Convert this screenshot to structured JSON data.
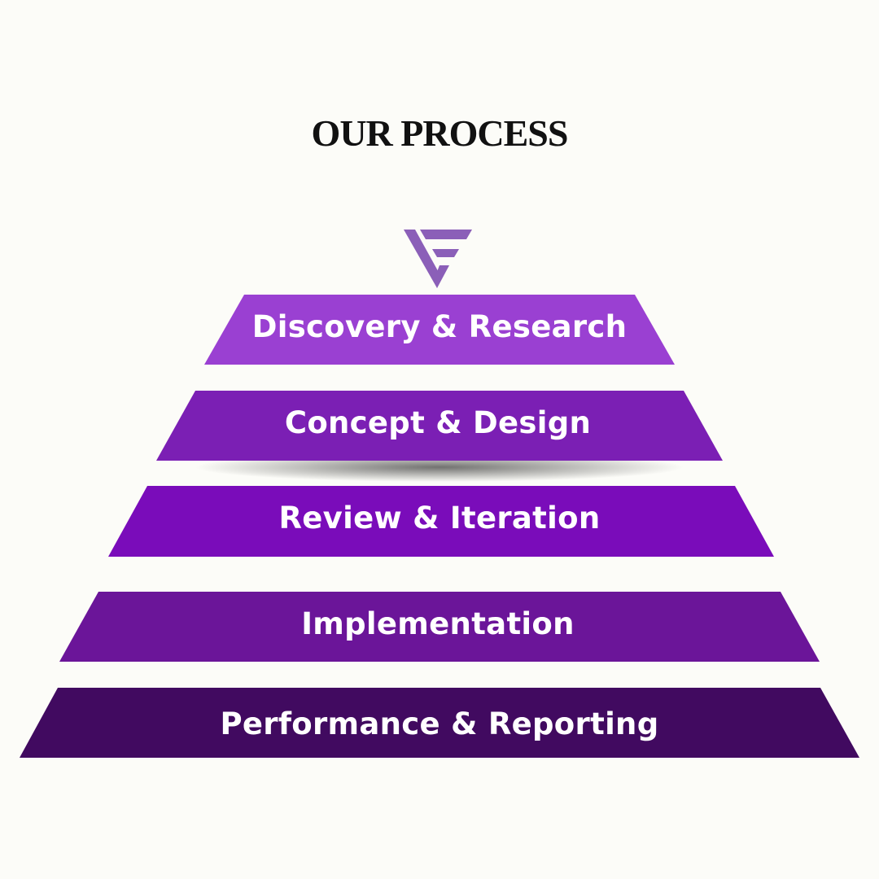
{
  "title": "OUR PROCESS",
  "logo": {
    "icon": "vf-monogram-icon",
    "color": "#8b5fb8"
  },
  "tiers": [
    {
      "label": "Discovery & Research",
      "color": "#9a40d2"
    },
    {
      "label": "Concept & Design",
      "color": "#7b1fb4"
    },
    {
      "label": "Review & Iteration",
      "color": "#7a0cba"
    },
    {
      "label": "Implementation",
      "color": "#6b1599"
    },
    {
      "label": "Performance & Reporting",
      "color": "#410a60"
    }
  ]
}
